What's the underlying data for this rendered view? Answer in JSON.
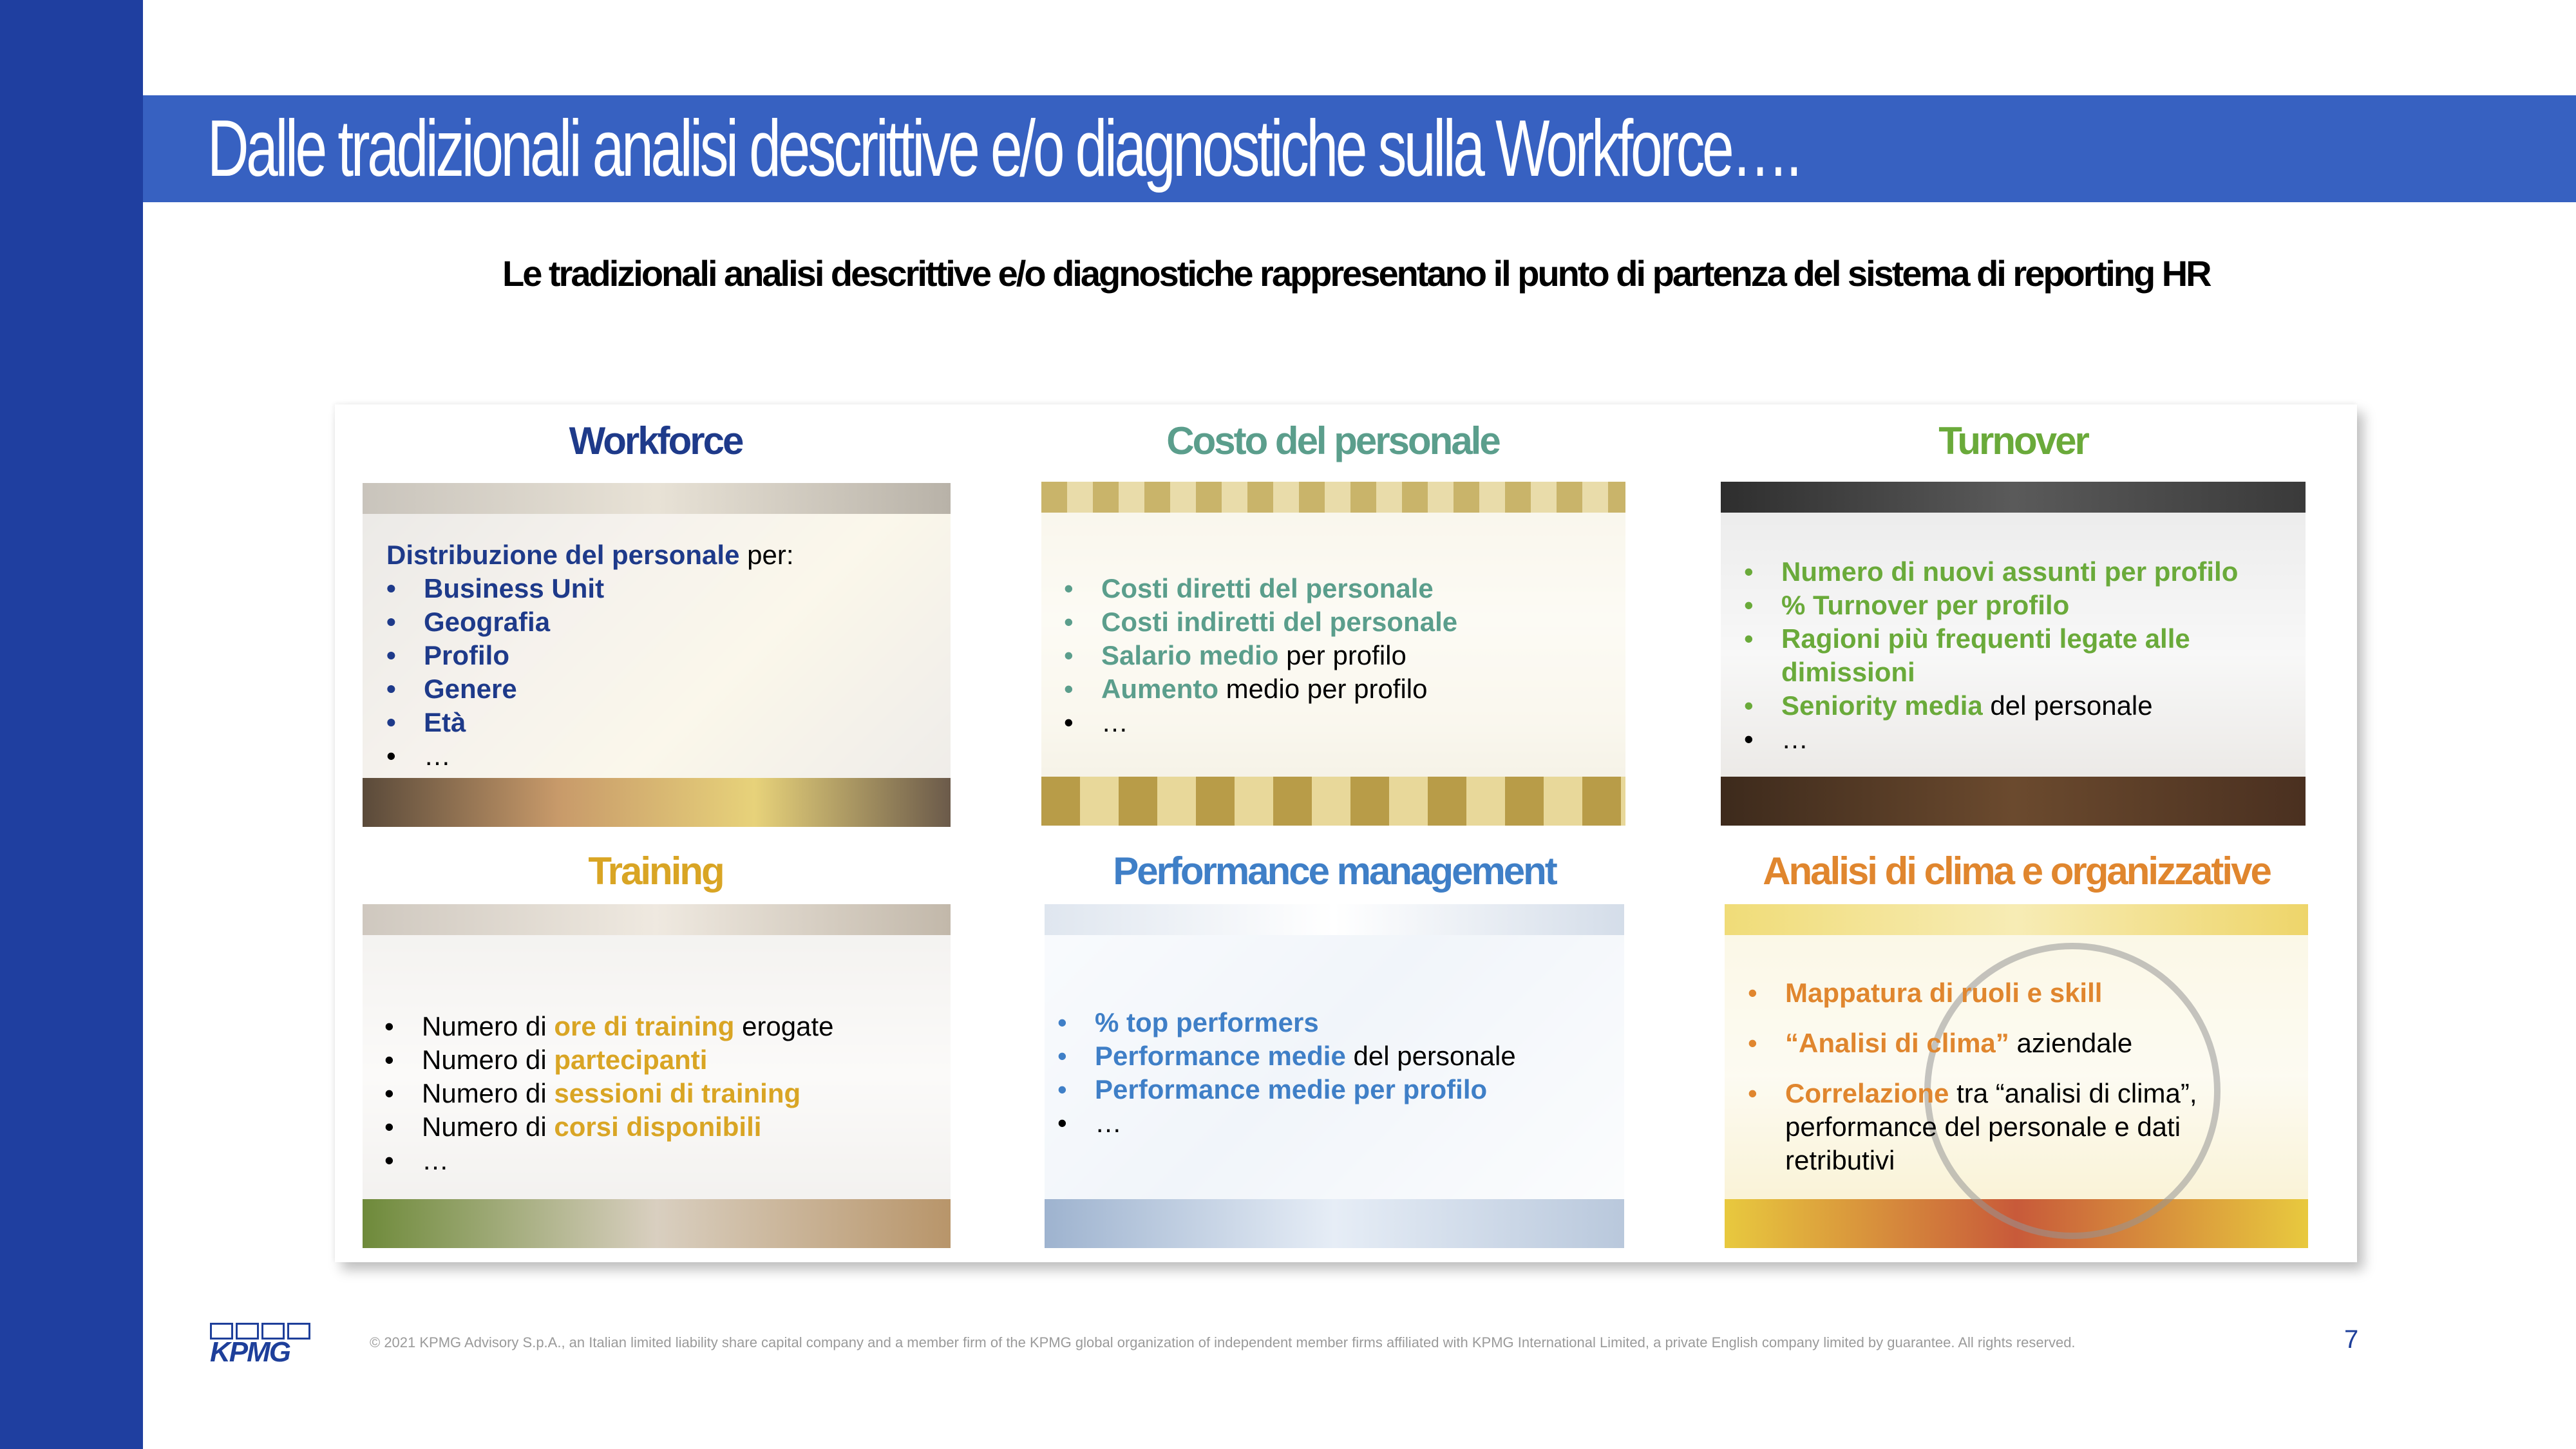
{
  "header": {
    "title": "Dalle tradizionali analisi descrittive e/o diagnostiche sulla Workforce….",
    "subtitle": "Le tradizionali analisi descrittive e/o diagnostiche rappresentano il punto di partenza del sistema di reporting HR"
  },
  "colors": {
    "sidebar": "#1f3fa0",
    "title_bar": "#3761c1",
    "workforce": "#1e3a8a",
    "costo": "#5b9e8c",
    "turnover": "#6aaa3a",
    "training": "#d9a524",
    "performance": "#3f7fc7",
    "clima": "#e0862e"
  },
  "workforce": {
    "title": "Workforce",
    "intro_bold": "Distribuzione del personale",
    "intro_rest": " per:",
    "items": [
      "Business Unit",
      "Geografia",
      "Profilo",
      "Genere",
      "Età",
      "…"
    ]
  },
  "costo": {
    "title": "Costo del personale",
    "items": [
      {
        "bold": "Costi diretti del personale",
        "rest": ""
      },
      {
        "bold": "Costi indiretti del personale",
        "rest": ""
      },
      {
        "bold": "Salario medio",
        "rest": " per profilo"
      },
      {
        "bold": "Aumento",
        "rest": " medio per profilo"
      },
      {
        "bold": "",
        "rest": "…"
      }
    ]
  },
  "turnover": {
    "title": "Turnover",
    "items": [
      {
        "bold": "Numero di nuovi assunti per profilo",
        "rest": ""
      },
      {
        "bold": "% Turnover per profilo",
        "rest": ""
      },
      {
        "bold": "Ragioni più frequenti legate alle dimissioni",
        "rest": ""
      },
      {
        "bold": "Seniority media",
        "rest": " del personale"
      },
      {
        "bold": "",
        "rest": "…"
      }
    ]
  },
  "training": {
    "title": "Training",
    "items": [
      {
        "pre": "Numero di ",
        "bold": "ore di training",
        "rest": " erogate"
      },
      {
        "pre": "Numero di ",
        "bold": "partecipanti",
        "rest": ""
      },
      {
        "pre": "Numero di ",
        "bold": "sessioni di training",
        "rest": ""
      },
      {
        "pre": "Numero di ",
        "bold": "corsi disponibili",
        "rest": ""
      },
      {
        "pre": "…",
        "bold": "",
        "rest": ""
      }
    ]
  },
  "performance": {
    "title": "Performance management",
    "items": [
      {
        "bold": "% top performers",
        "rest": ""
      },
      {
        "bold": "Performance medie",
        "rest": " del personale"
      },
      {
        "bold": "Performance medie per profilo",
        "rest": ""
      },
      {
        "bold": "",
        "rest": "…"
      }
    ]
  },
  "clima": {
    "title": "Analisi di clima e organizzative",
    "items": [
      {
        "bold": "Mappatura di ruoli e skill",
        "rest": ""
      },
      {
        "bold": "“Analisi di clima”",
        "rest": " aziendale"
      },
      {
        "bold": "Correlazione",
        "rest": " tra “analisi di clima”, performance del personale e dati retributivi"
      }
    ]
  },
  "footer": {
    "logo": "KPMG",
    "copyright": "© 2021 KPMG Advisory S.p.A., an Italian limited liability share capital company and a member firm of the KPMG global organization of independent member firms affiliated with KPMG International Limited, a private English company limited by guarantee. All rights reserved.",
    "page_number": "7"
  }
}
